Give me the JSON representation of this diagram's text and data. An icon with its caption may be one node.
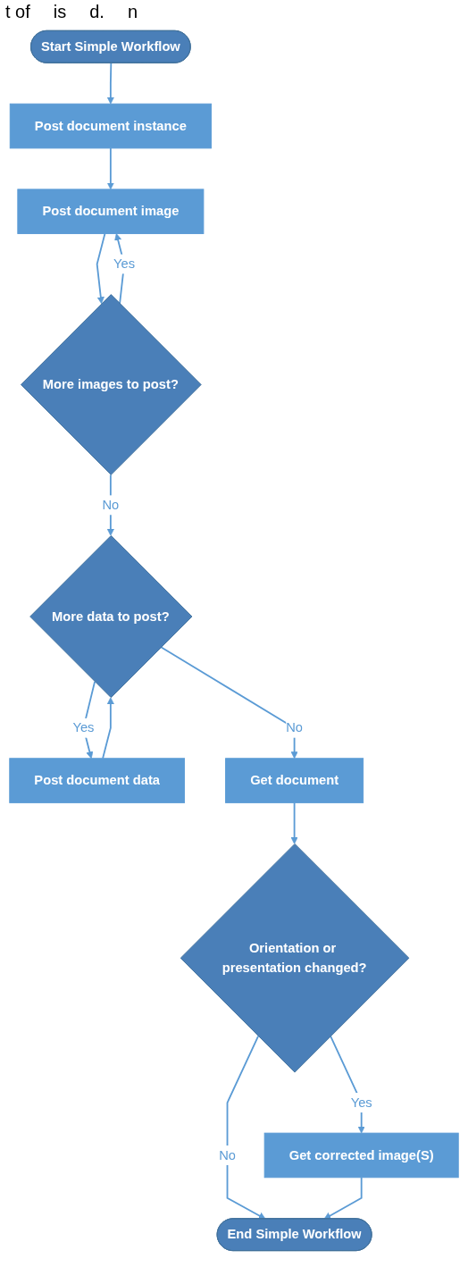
{
  "diagram": {
    "nodes": [
      {
        "text": [
          "Start Simple Workflow"
        ]
      },
      {
        "text": [
          "Post document instance"
        ]
      },
      {
        "text": [
          "Post document image"
        ]
      },
      {
        "text": [
          "More images to post?"
        ]
      },
      {
        "text": [
          "More data to post?"
        ]
      },
      {
        "text": [
          "Post document data"
        ]
      },
      {
        "text": [
          "Get document"
        ]
      },
      {
        "text": [
          "Orientation or presentation changed?"
        ]
      },
      {
        "text": [
          "Get corrected image(S)"
        ]
      },
      {
        "text": [
          "End Simple Workflow"
        ]
      }
    ],
    "edges": [
      {
        "from": 0,
        "to": 1,
        "arrow": "to"
      },
      {
        "from": 1,
        "to": 2,
        "arrow": "to"
      },
      {
        "from": 2,
        "to": 3,
        "arrow": "to"
      },
      {
        "from": 3,
        "to": 2,
        "arrow": "to",
        "label": "Yes"
      },
      {
        "from": 3,
        "to": 4,
        "arrow": "to",
        "label": "No"
      },
      {
        "from": 4,
        "to": 5,
        "arrow": "to",
        "label": "Yes"
      },
      {
        "from": 5,
        "to": 4,
        "arrow": "to"
      },
      {
        "from": 4,
        "to": 6,
        "arrow": "to",
        "label": "No"
      },
      {
        "from": 6,
        "to": 7,
        "arrow": "to"
      },
      {
        "from": 7,
        "to": 8,
        "arrow": "to",
        "label": "Yes"
      },
      {
        "from": 7,
        "to": 9,
        "arrow": "to",
        "label": "No"
      },
      {
        "from": 8,
        "to": 9,
        "arrow": "to"
      }
    ],
    "labels": [
      "t of",
      "is",
      "d.",
      "n"
    ]
  }
}
